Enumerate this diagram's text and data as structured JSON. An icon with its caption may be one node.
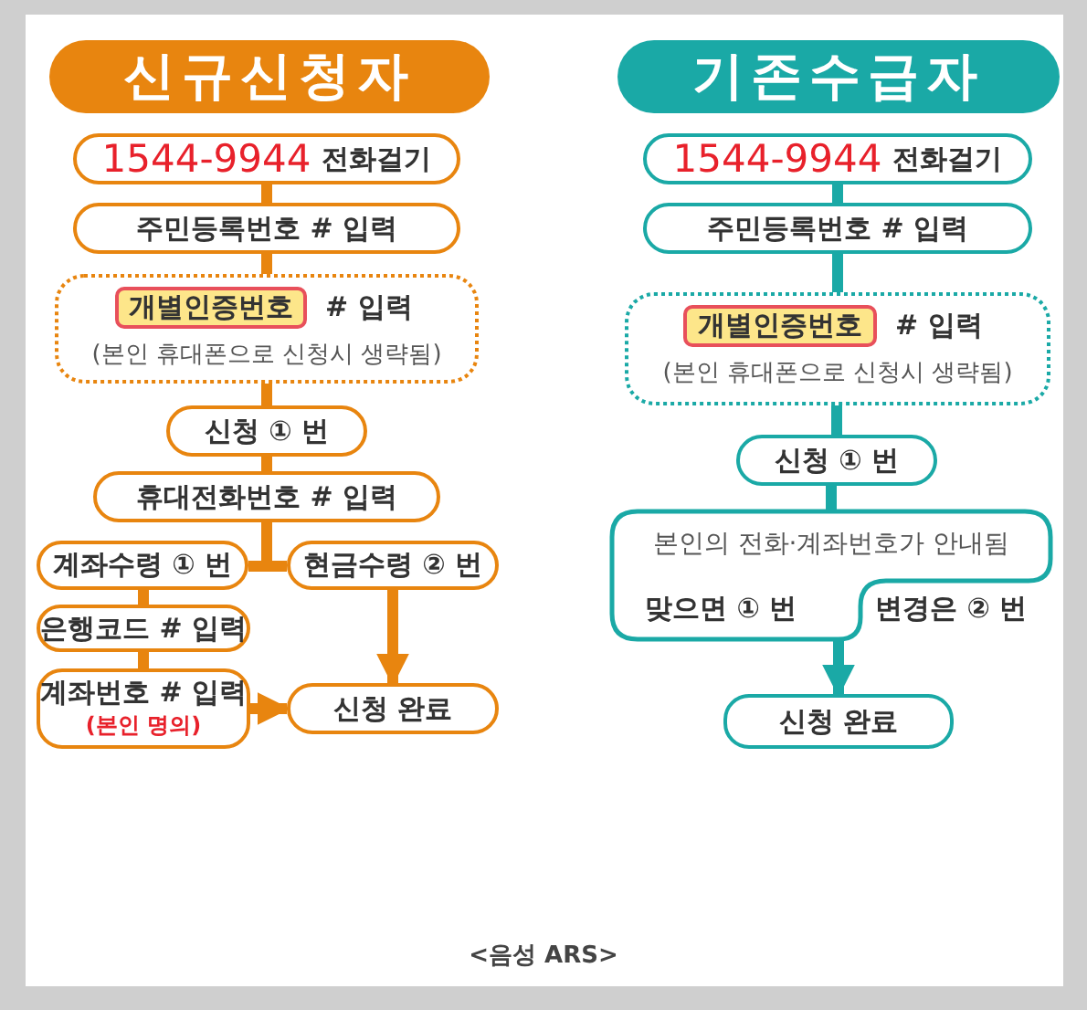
{
  "diagram": {
    "nodes": [
      {
        "text": [
          "신규신청자"
        ]
      },
      {
        "text": [
          "1544-9944",
          "전화걸기"
        ]
      },
      {
        "text": [
          "주민등록번호 # 입력"
        ]
      },
      {
        "text": [
          "# 입력",
          "(본인 휴대폰으로 신청시 생략됨)"
        ]
      },
      {
        "text": [
          "개별인증번호"
        ],
        "in": 3
      },
      {
        "text": [
          "신청 ① 번"
        ]
      },
      {
        "text": [
          "휴대전화번호 # 입력"
        ]
      },
      {
        "text": [
          "계좌수령 ① 번"
        ]
      },
      {
        "text": [
          "현금수령 ② 번"
        ]
      },
      {
        "text": [
          "은행코드 # 입력"
        ]
      },
      {
        "text": [
          "계좌번호 # 입력",
          "(본인 명의)"
        ]
      },
      {
        "text": [
          "신청 완료"
        ]
      },
      {
        "text": [
          "기존수급자"
        ]
      },
      {
        "text": [
          "1544-9944",
          "전화걸기"
        ]
      },
      {
        "text": [
          "주민등록번호 # 입력"
        ]
      },
      {
        "text": [
          "# 입력",
          "(본인 휴대폰으로 신청시 생략됨)"
        ]
      },
      {
        "text": [
          "개별인증번호"
        ],
        "in": 15
      },
      {
        "text": [
          "신청 ① 번"
        ]
      },
      {
        "text": [
          "본인의 전화·계좌번호가 안내됨",
          "맞으면 ① 번"
        ],
        "beside": [
          "변경은 ② 번"
        ]
      },
      {
        "text": [
          "신청 완료"
        ]
      }
    ],
    "edges": [
      {
        "from": 1,
        "to": 2,
        "arrow": "none"
      },
      {
        "from": 2,
        "to": 3,
        "arrow": "none"
      },
      {
        "from": 3,
        "to": 5,
        "arrow": "none"
      },
      {
        "from": 5,
        "to": 6,
        "arrow": "none"
      },
      {
        "from": 6,
        "to": 7,
        "arrow": "none"
      },
      {
        "from": 6,
        "to": 8,
        "arrow": "none"
      },
      {
        "from": 7,
        "to": 9,
        "arrow": "none"
      },
      {
        "from": 9,
        "to": 10,
        "arrow": "none"
      },
      {
        "from": 10,
        "to": 11,
        "arrow": "to"
      },
      {
        "from": 8,
        "to": 11,
        "arrow": "to"
      },
      {
        "from": 13,
        "to": 14,
        "arrow": "none",
        "color": "#1aa9a6"
      },
      {
        "from": 14,
        "to": 15,
        "arrow": "none",
        "color": "#1aa9a6"
      },
      {
        "from": 15,
        "to": 17,
        "arrow": "none",
        "color": "#1aa9a6"
      },
      {
        "from": 17,
        "to": 18,
        "arrow": "none",
        "color": "#1aa9a6"
      },
      {
        "from": 18,
        "to": 19,
        "arrow": "to",
        "color": "#1aa9a6"
      }
    ],
    "labels": [
      "<음성 ARS>"
    ]
  }
}
